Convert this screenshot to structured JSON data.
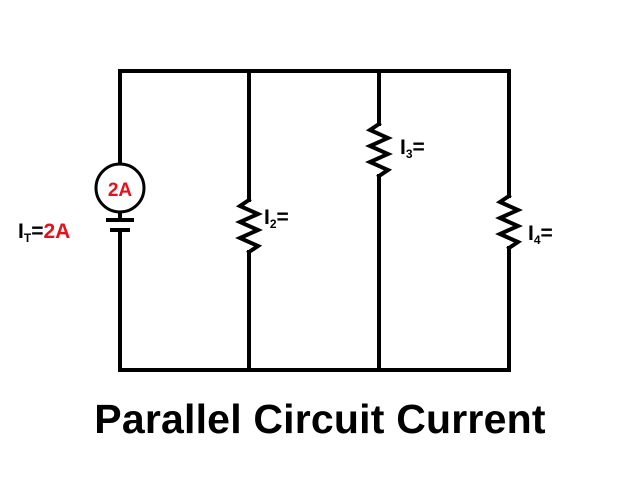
{
  "diagram": {
    "title": "Parallel Circuit Current",
    "source": {
      "meter_reading": "2A",
      "total_label_symbol": "I",
      "total_label_subscript": "T",
      "total_label_equals": "=",
      "total_label_value": "2A"
    },
    "branches": [
      {
        "symbol": "I",
        "subscript": "2",
        "equals": "="
      },
      {
        "symbol": "I",
        "subscript": "3",
        "equals": "="
      },
      {
        "symbol": "I",
        "subscript": "4",
        "equals": "="
      }
    ],
    "colors": {
      "wire": "#000000",
      "highlight": "#e8101a",
      "background": "#ffffff"
    }
  }
}
